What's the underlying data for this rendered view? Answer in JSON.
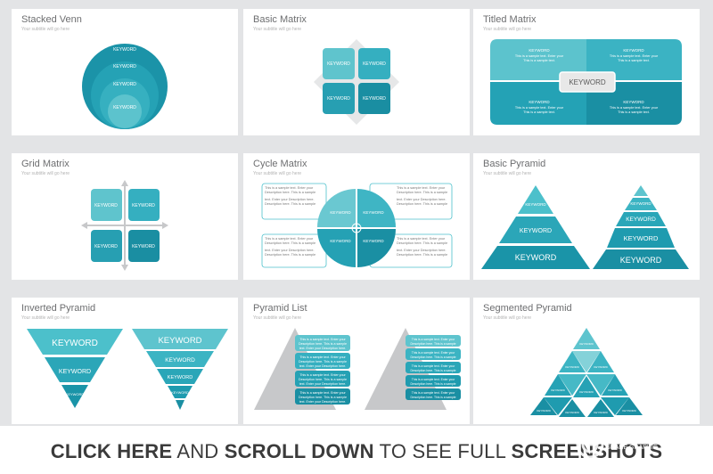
{
  "keyword": "KEYWORD",
  "subtitle": "Your subtitle will go here",
  "sample_title": "This is a sample text. Enter your Description here. This is a sample text.",
  "sample_short": "This is a sample text.",
  "sample_line1": "This is a sample text. Enter your",
  "sample_line2": "Description here. This is a sample",
  "sample_line3": "text. Enter your Description here.",
  "cards": {
    "stacked_venn": {
      "title": "Stacked Venn"
    },
    "basic_matrix": {
      "title": "Basic Matrix"
    },
    "titled_matrix": {
      "title": "Titled Matrix"
    },
    "grid_matrix": {
      "title": "Grid Matrix"
    },
    "cycle_matrix": {
      "title": "Cycle Matrix"
    },
    "basic_pyramid": {
      "title": "Basic Pyramid"
    },
    "inverted_pyramid": {
      "title": "Inverted Pyramid"
    },
    "pyramid_list": {
      "title": "Pyramid List"
    },
    "segmented_pyramid": {
      "title": "Segmented Pyramid"
    }
  },
  "banner": {
    "part1": "CLICK HERE",
    "part2": " AND ",
    "part3": "SCROLL DOWN",
    "part4": " TO SEE FULL ",
    "part5": "SCREENSHOTS"
  },
  "watermark": {
    "brand": "GFXAA.COM",
    "tagline": "SHARE GRAPHIC"
  },
  "colors": {
    "teal_dark": "#1a94a8",
    "teal_mid": "#24a6b8",
    "teal_light": "#4cc0cb",
    "gray": "#c7c8ca",
    "text_light": "#ffffff"
  }
}
